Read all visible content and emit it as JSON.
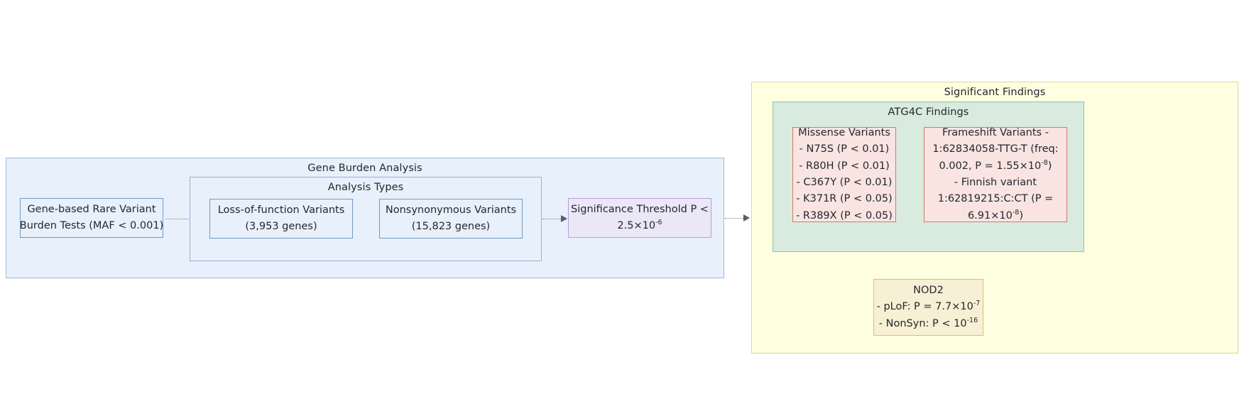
{
  "diagram": {
    "title": "Gene Burden Analysis Flowchart",
    "colors": {
      "blue_fill": "#e8f0fb",
      "blue_stroke": "#9bbcdc",
      "node_blue_stroke": "#6f9bc6",
      "purple_fill": "#ece7f7",
      "purple_stroke": "#b79ddb",
      "yellow_panel_fill": "#feffe0",
      "yellow_panel_stroke": "#d9d79a",
      "green_fill": "#d9eade",
      "green_stroke": "#93c3a2",
      "red_fill": "#f9e4e1",
      "red_stroke": "#d9766b",
      "yellow_node_fill": "#f8f0d4",
      "yellow_node_stroke": "#d8c269",
      "edge": "#7c8187"
    }
  },
  "burden": {
    "title": "Gene Burden Analysis",
    "input_node": {
      "line1": "Gene-based Rare Variant",
      "line2": "Burden Tests (MAF < 0.001)"
    },
    "analysis_types": {
      "title": "Analysis Types",
      "lof": {
        "line1": "Loss-of-function Variants",
        "line2": "(3,953 genes)"
      },
      "nonsyn": {
        "line1": "Nonsynonymous Variants",
        "line2": "(15,823 genes)"
      }
    },
    "threshold": {
      "line1": "Significance Threshold P <",
      "line2_base": "2.5×10",
      "line2_exp": "-6"
    }
  },
  "findings": {
    "title": "Significant Findings",
    "atg4c": {
      "title": "ATG4C Findings",
      "missense": {
        "heading": "Missense Variants",
        "items": [
          "- N75S (P < 0.01)",
          "- R80H (P < 0.01)",
          "- C367Y (P < 0.01)",
          "- K371R (P < 0.05)",
          "- R389X (P < 0.05)"
        ]
      },
      "frameshift": {
        "line1": "Frameshift Variants -",
        "line2": "1:62834058-TTG-T  (freq:",
        "line3_a": "0.002, P = 1.55×10",
        "line3_exp": "-8",
        "line3_b": ")",
        "line4": "- Finnish variant",
        "line5": "1:62819215:C:CT  (P =",
        "line6_a": "6.91×10",
        "line6_exp": "-8",
        "line6_b": ")"
      }
    },
    "nod2": {
      "heading": "NOD2",
      "plof_a": "- pLoF: P = 7.7×10",
      "plof_exp": "-7",
      "nonsyn_a": "- NonSyn: P < 10",
      "nonsyn_exp": "-16"
    }
  }
}
